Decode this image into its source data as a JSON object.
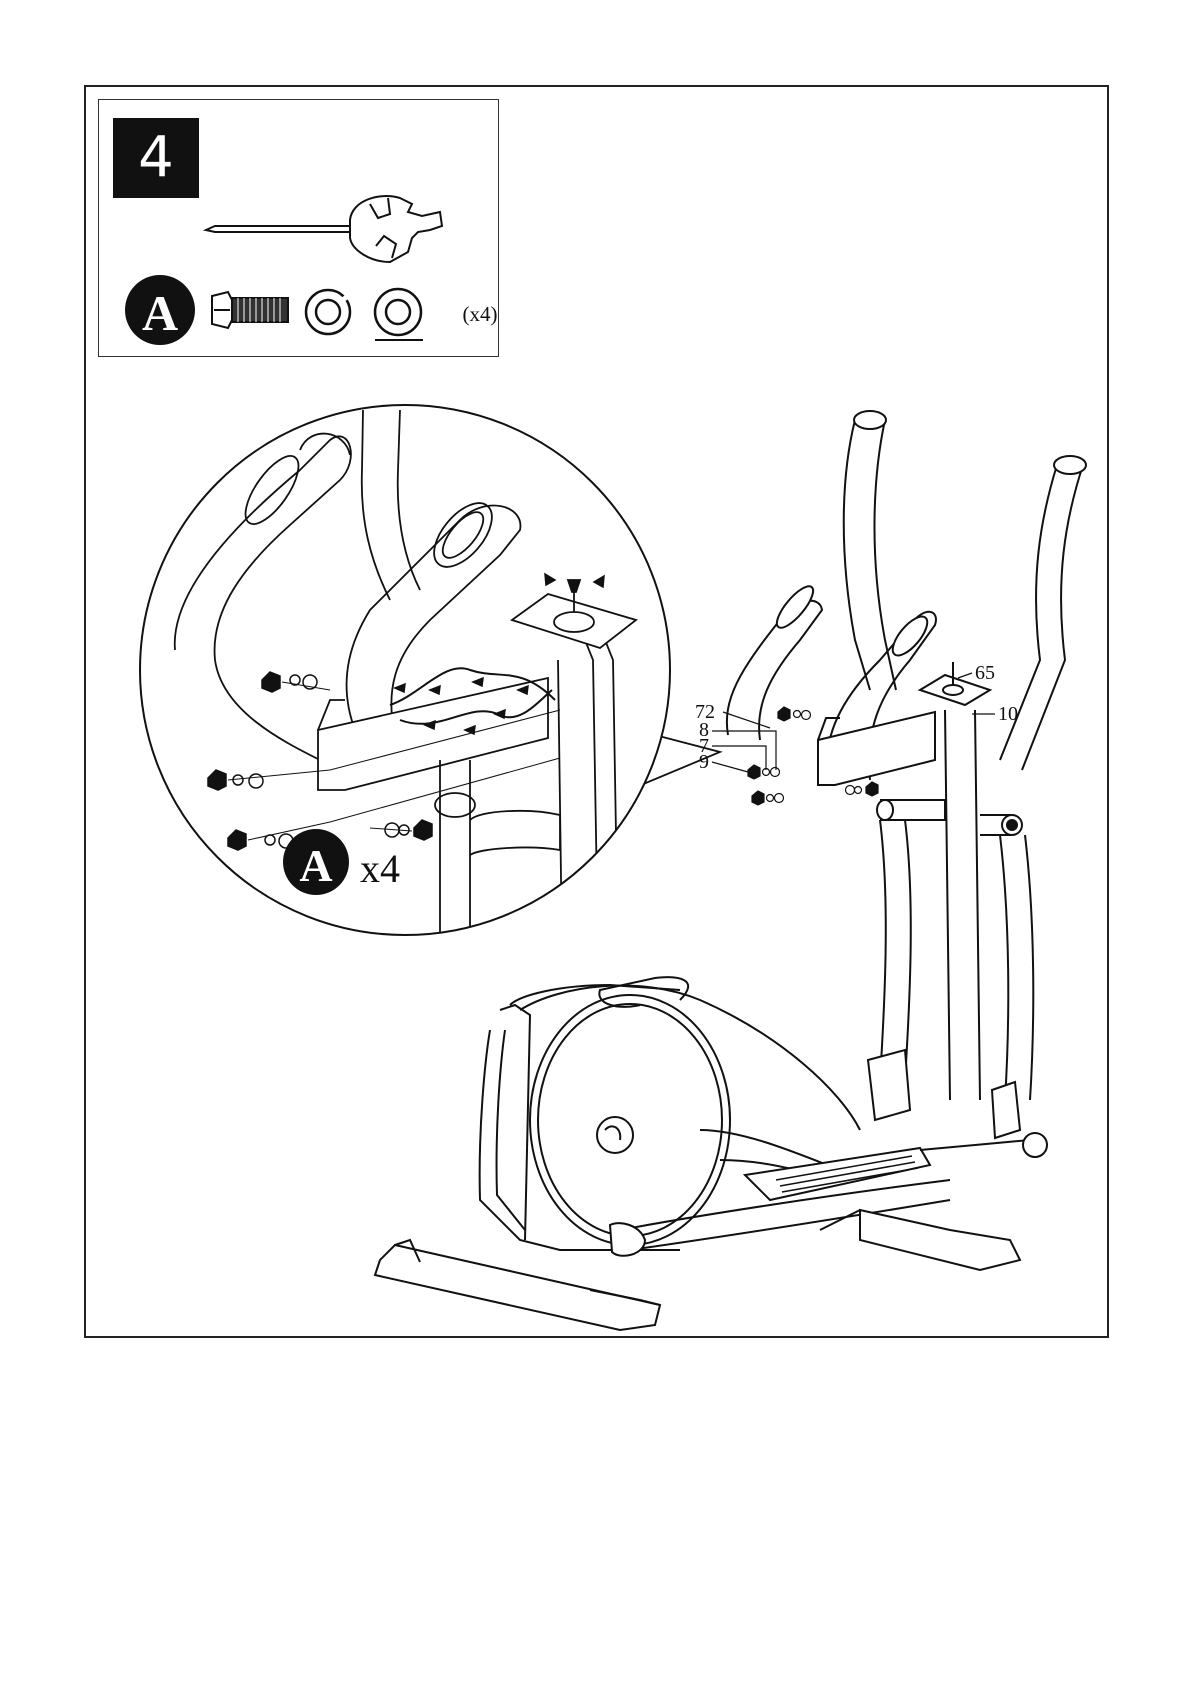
{
  "step": {
    "number": "4"
  },
  "parts_box": {
    "hardware_letter": "A",
    "quantity": "(x4)",
    "tool_icon": "screwdriver-wrench-icon",
    "items": [
      "bolt-icon",
      "spring-washer-icon",
      "flat-washer-icon"
    ]
  },
  "detail": {
    "hardware_letter": "A",
    "quantity": "x4"
  },
  "callouts": {
    "c72": "72",
    "c8": "8",
    "c7": "7",
    "c9": "9",
    "c65": "65",
    "c10": "10"
  },
  "colors": {
    "ink": "#111111",
    "paper": "#ffffff"
  }
}
